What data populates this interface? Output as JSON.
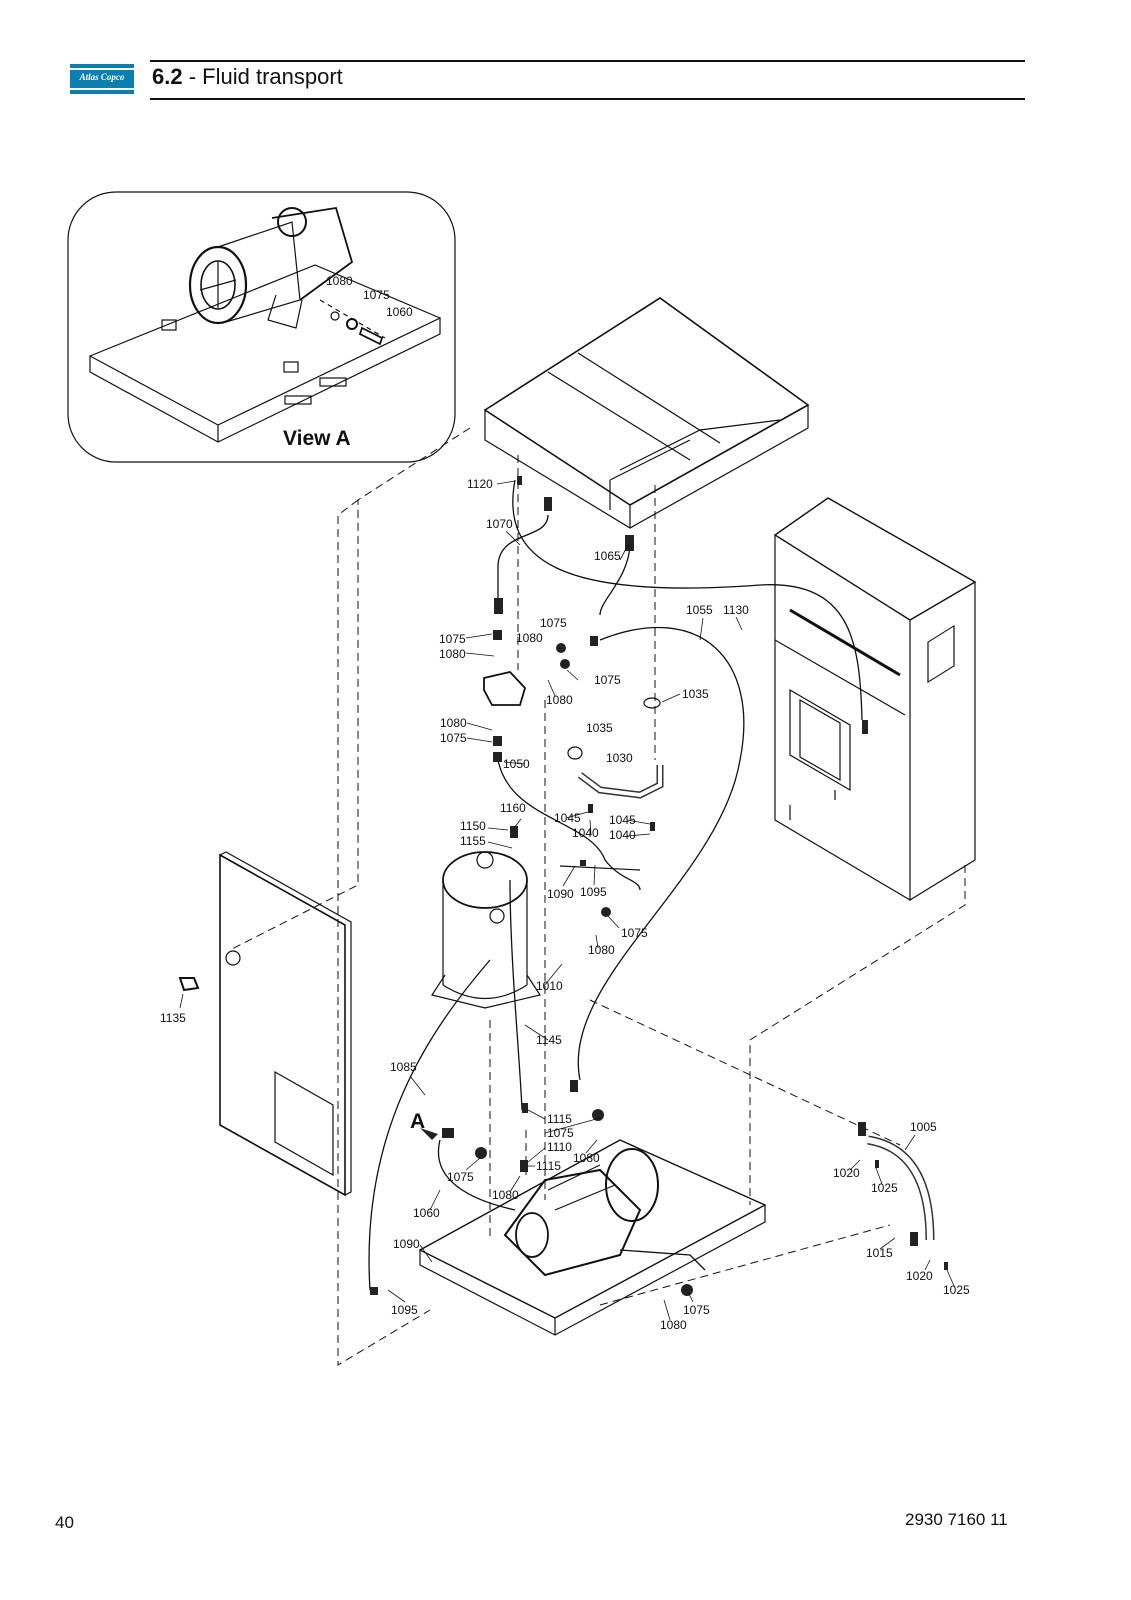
{
  "header": {
    "logo_text": "Atlas Copco",
    "section_number": "6.2",
    "section_separator": " - ",
    "section_title": "Fluid transport"
  },
  "inset": {
    "caption": "View A",
    "callouts": [
      "1080",
      "1075",
      "1060"
    ]
  },
  "marker": {
    "label": "A"
  },
  "callouts": [
    "1120",
    "1070",
    "1065",
    "1055",
    "1130",
    "1075",
    "1080",
    "1075",
    "1080",
    "1075",
    "1080",
    "1035",
    "1080",
    "1075",
    "1035",
    "1030",
    "1050",
    "1160",
    "1150",
    "1155",
    "1045",
    "1040",
    "1045",
    "1040",
    "1090",
    "1095",
    "1075",
    "1080",
    "1010",
    "1135",
    "1145",
    "1085",
    "1115",
    "1075",
    "1110",
    "1080",
    "1115",
    "1075",
    "1080",
    "1060",
    "1090",
    "1095",
    "1005",
    "1020",
    "1025",
    "1015",
    "1020",
    "1025",
    "1075",
    "1080"
  ],
  "footer": {
    "page_number": "40",
    "document_number": "2930 7160 11"
  },
  "colors": {
    "brand": "#0a7fb0",
    "line": "#111111"
  }
}
